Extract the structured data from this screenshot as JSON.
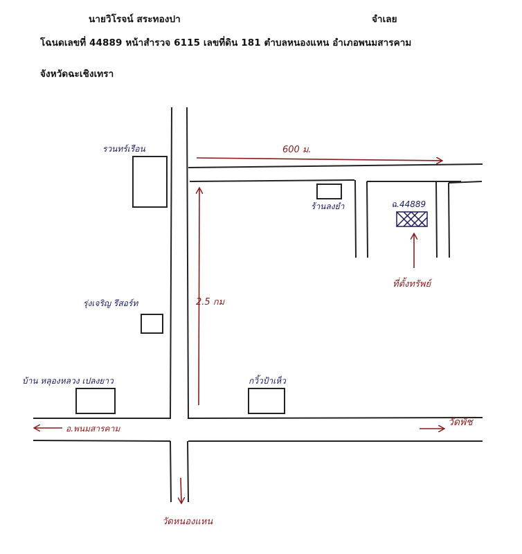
{
  "header": {
    "owner": "นายวิโรจน์ สระทองปา",
    "defendant_label": "จำเลย",
    "deed_line": "โฉนดเลขที่ 44889 หน้าสำรวจ 6115  เลขที่ดิน  181  ตำบลหนองแหน  อำเภอพนมสารคาม",
    "province_line": "จังหวัดฉะเชิงเทรา"
  },
  "map": {
    "label_600": "600 ม.",
    "label_rest_house": "รวนทร์เรือน",
    "label_shop_top": "ร้านลงยำ",
    "label_deed_no": "ฉ.44889",
    "label_land_location": "ที่ตั้งทรัพย์",
    "label_distance": "2.5 กม",
    "label_house_mid": "รุ่งเจริญ รีสอร์ท",
    "label_village": "บ้าน หลุองหลวง เปลงยาว",
    "label_bottom_right_house": "กวิ้วป้าเห็ว",
    "label_road_left": "อ.พนมสารคาม",
    "label_road_right": "วัดพัช",
    "label_road_down": "วัดหนองแหน",
    "colors": {
      "ink_blue": "#1a1a60",
      "ink_red": "#8b1a1a",
      "line": "#222222"
    }
  }
}
